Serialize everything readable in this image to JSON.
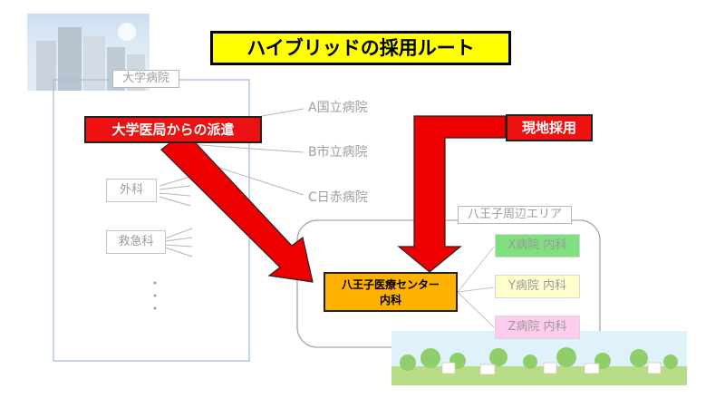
{
  "title": "ハイブリッドの採用ルート",
  "university": {
    "label": "大学病院",
    "departments": [
      "外科",
      "救急科"
    ],
    "dots": "・・・"
  },
  "external_hospitals": [
    "A国立病院",
    "B市立病院",
    "C日赤病院"
  ],
  "routes": {
    "dispatch_label": "大学医局からの派遣",
    "local_label": "現地採用"
  },
  "hachioji_area": {
    "label": "八王子周辺エリア",
    "center_line1": "八王子医療センター",
    "center_line2": "内科",
    "hospitals": [
      "X病院 内科",
      "Y病院 内科",
      "Z病院 内科"
    ]
  },
  "colors": {
    "arrow": "#ee0000",
    "title_bg": "#ffff00",
    "center_bg": "#ffb100",
    "x_bg": "#7ee07e",
    "y_bg": "#ffffcc",
    "z_bg": "#ffccee"
  }
}
